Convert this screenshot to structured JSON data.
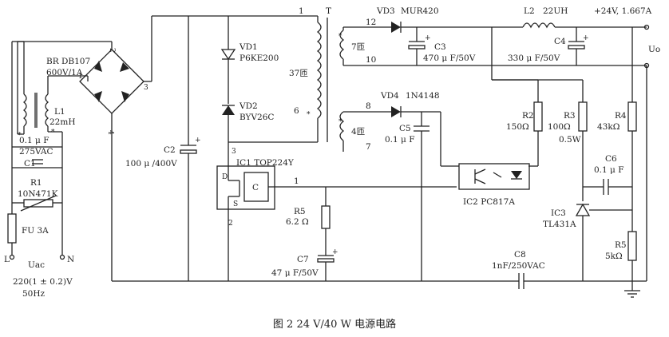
{
  "caption": "图 2   24 V/40 W 电源电路",
  "labels": {
    "T": "T",
    "T_pin1": "1",
    "T_pin12": "12",
    "T_pin10": "10",
    "T_pin37": "37匝",
    "T_pin6": "6",
    "T_pin3": "3",
    "T_pin8": "8",
    "T_pin7": "7",
    "T_7turn": "7匝",
    "T_4turn": "4匝",
    "br_name": "BR DB107",
    "br_rating": "600V/1A",
    "br_pin1": "1",
    "br_pin2": "2",
    "br_pin3": "3",
    "br_pin4": "4",
    "l1_name": "L1",
    "l1_value": "22mH",
    "c1_value": "0.1 μ F",
    "c1_rating": "275VAC",
    "c1_name": "C1",
    "r1_name": "R1",
    "r1_value": "10N471K",
    "fu": "FU  3A",
    "L": "L",
    "N": "N",
    "uac": "Uac",
    "uac_value": "220(1 ± 0.2)V",
    "freq": "50Hz",
    "c2_name": "C2",
    "c2_value": "100 μ /400V",
    "vd1_name": "VD1",
    "vd1_value": "P6KE200",
    "vd2_name": "VD2",
    "vd2_value": "BYV26C",
    "ic1_name": "IC1 TOP224Y",
    "ic1_D": "D",
    "ic1_S": "S",
    "ic1_C": "C",
    "ic1_pin1": "1",
    "ic1_pin2": "2",
    "r5a_name": "R5",
    "r5a_value": "6.2 Ω",
    "c7_name": "C7",
    "c7_value": "47 μ F/50V",
    "vd3_name": "VD3",
    "vd3_value": "MUR420",
    "c3_name": "C3",
    "c3_value": "470 μ F/50V",
    "l2_name": "L2",
    "l2_value": "22UH",
    "c4_name": "C4",
    "c4_value": "330 μ F/50V",
    "out_voltage": "+24V, 1.667A",
    "uo": "Uo",
    "vd4_name": "VD4",
    "vd4_value": "1N4148",
    "c5_name": "C5",
    "c5_value": "0.1 μ F",
    "r2_name": "R2",
    "r2_value": "150Ω",
    "r3_name": "R3",
    "r3_value": "100Ω",
    "r3_power": "0.5W",
    "r4_name": "R4",
    "r4_value": "43kΩ",
    "c6_name": "C6",
    "c6_value": "0.1 μ F",
    "ic2_name": "IC2  PC817A",
    "ic3_name": "IC3",
    "ic3_value": "TL431A",
    "r5b_name": "R5",
    "r5b_value": "5kΩ",
    "c8_name": "C8",
    "c8_value": "1nF/250VAC"
  }
}
